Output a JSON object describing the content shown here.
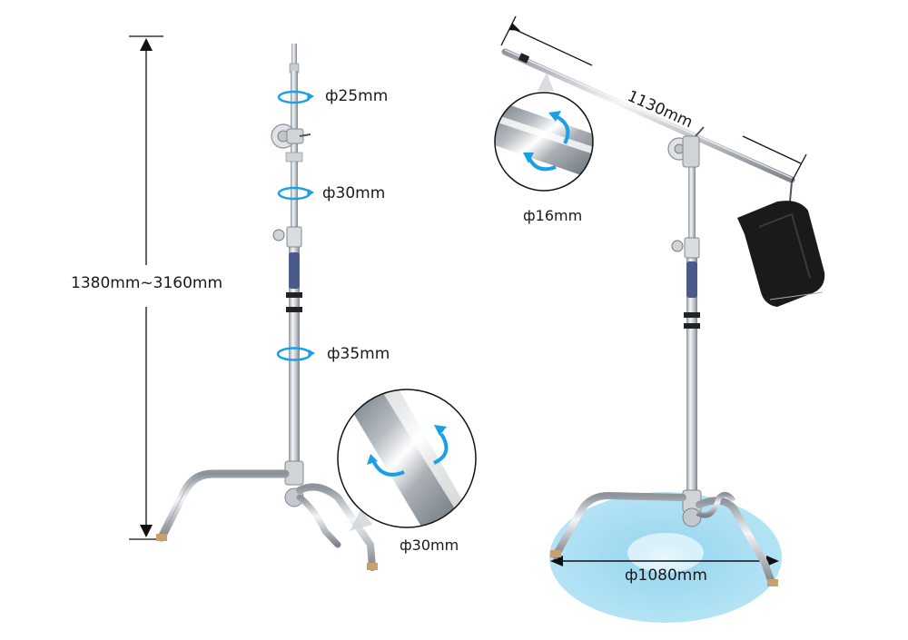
{
  "labels": {
    "height_range": "1380mm~3160mm",
    "tube_top": "ф25mm",
    "tube_mid": "ф30mm",
    "tube_bottom": "ф35mm",
    "base_leg_tube": "ф30mm",
    "arm_length": "1130mm",
    "arm_tube": "ф16mm",
    "base_footprint": "ф1080mm"
  },
  "colors": {
    "rotation_arrow": "#1aa0e6",
    "grip_handle": "#4a5a8a",
    "footprint_fill": "#a9ddf3",
    "sandbag": "#1a1a1a",
    "steel": "#c9ced3"
  }
}
